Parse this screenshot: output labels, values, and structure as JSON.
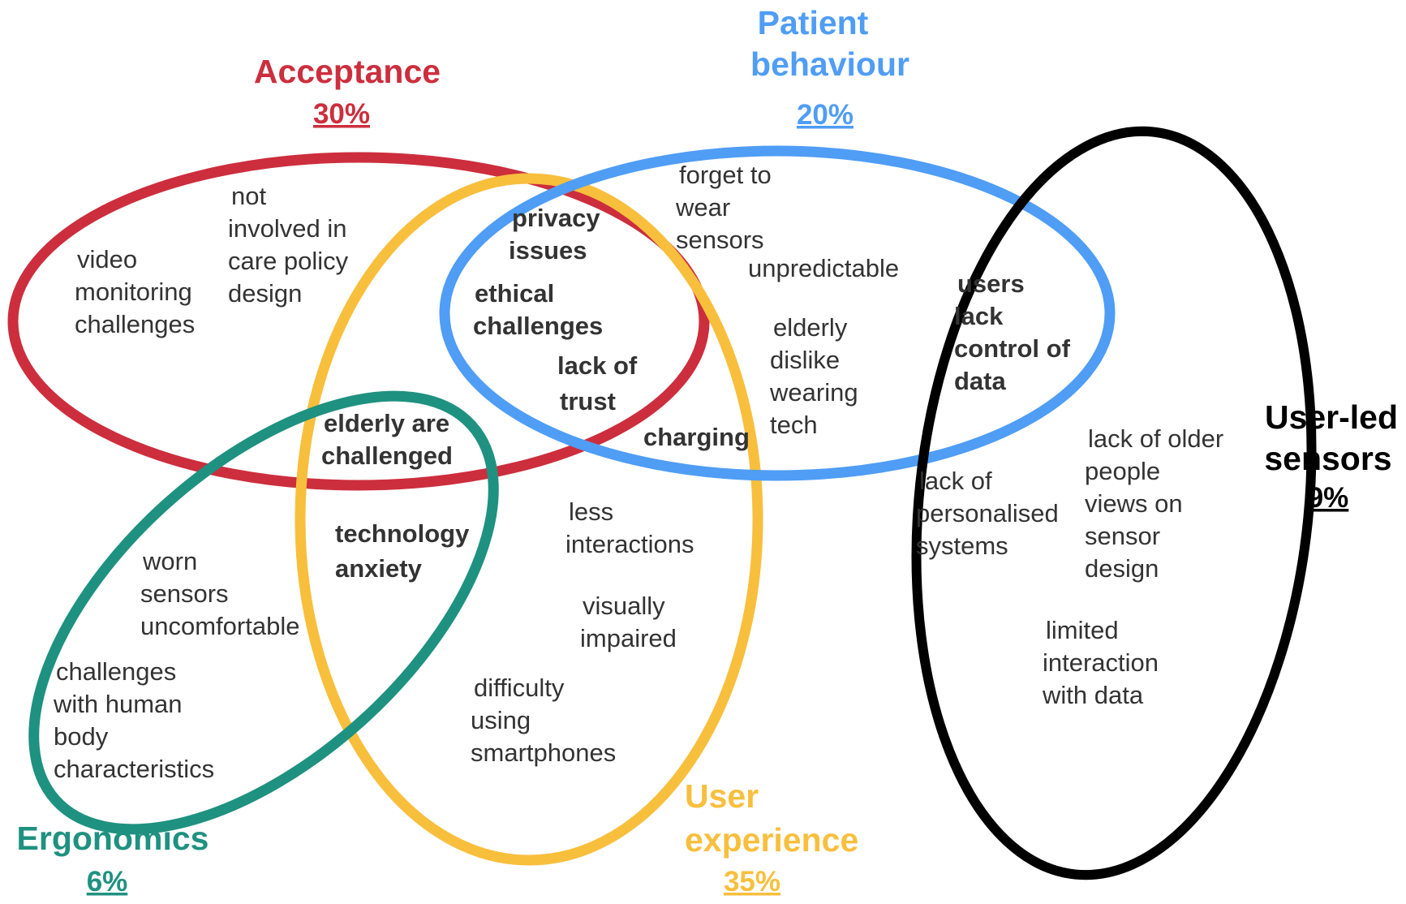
{
  "categories": {
    "acceptance": {
      "title": "Acceptance",
      "percent": "30%",
      "color": "#cc2e3d"
    },
    "patient_behaviour": {
      "title_line1": "Patient",
      "title_line2": "behaviour",
      "percent": "20%",
      "color": "#4f9df5"
    },
    "user_experience": {
      "title_line1": "User",
      "title_line2": "experience",
      "percent": "35%",
      "color": "#f8bf3d"
    },
    "ergonomics": {
      "title": "Ergonomics",
      "percent": "6%",
      "color": "#1f9180"
    },
    "user_led_sensors": {
      "title_line1": "User-led",
      "title_line2": "sensors",
      "percent": "9%",
      "color": "#000000"
    }
  },
  "items": {
    "video_monitoring": [
      "video",
      "monitoring",
      "challenges"
    ],
    "not_involved": [
      "not",
      "involved in",
      "care policy",
      "design"
    ],
    "privacy_issues": [
      "privacy",
      "issues"
    ],
    "ethical_challenges": [
      "ethical",
      "challenges"
    ],
    "lack_of_trust": [
      "lack of",
      "trust"
    ],
    "forget_to_wear": [
      "forget to",
      "wear",
      "sensors"
    ],
    "unpredictable": [
      "unpredictable"
    ],
    "elderly_dislike": [
      "elderly",
      "dislike",
      "wearing",
      "tech"
    ],
    "users_lack_control": [
      "users",
      "lack",
      "control of",
      "data"
    ],
    "charging": [
      "charging"
    ],
    "elderly_challenged": [
      "elderly are",
      "challenged"
    ],
    "technology_anxiety": [
      "technology",
      "anxiety"
    ],
    "less_interactions": [
      "less",
      "interactions"
    ],
    "visually_impaired": [
      "visually",
      "impaired"
    ],
    "difficulty_smartphones": [
      "difficulty",
      "using",
      "smartphones"
    ],
    "worn_sensors": [
      "worn",
      "sensors",
      "uncomfortable"
    ],
    "human_body": [
      "challenges",
      "with human",
      "body",
      "characteristics"
    ],
    "lack_personalised": [
      "lack of",
      "personalised",
      "systems"
    ],
    "lack_older_views": [
      "lack of older",
      "people",
      "views on",
      "sensor",
      "design"
    ],
    "limited_interaction": [
      "limited",
      "interaction",
      "with data"
    ]
  }
}
